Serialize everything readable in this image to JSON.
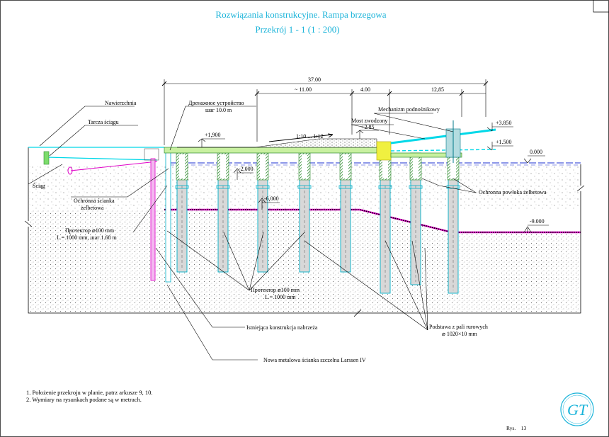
{
  "title": {
    "line1": "Rozwiązania konstrukcyjne. Rampa brzegowa",
    "line2": "Przekrój 1 - 1  (1 : 200)"
  },
  "dimensions": {
    "total": "37.00",
    "d1": "~ 11.00",
    "d2": "4.00",
    "d3": "12,85"
  },
  "elevations": {
    "e1": "+1,900",
    "e2": "+2.85",
    "e3": "+3.850",
    "e4": "+1.500",
    "e5": "0.000",
    "e6": "-2,000",
    "e7": "-6,000",
    "e8": "-9.000"
  },
  "slope": "1:10 ... 1:12",
  "labels": {
    "nawierzchnia": "Nawierzchnia",
    "tarcza": "Tarcza ściągu",
    "drainage": "Дренажное устройство",
    "drainage_step": "шаг 10.0 m",
    "mechanizm": "Mechanizm podnośnikowy",
    "most": "Most zwodzony",
    "sciag": "Ściąg",
    "ochronna_scianka_1": "Ochronna ścianka",
    "ochronna_scianka_2": "żelbetowa",
    "ochronna_powloka": "Ochronna powłoka żelbetowa",
    "protektor_left_1": "Протектор ⌀100 mm",
    "protektor_left_2": "L = 1000 mm, шаг 1.68 m",
    "protektor_mid_1": "Протектор ⌀100 mm",
    "protektor_mid_2": "L = 1000 mm",
    "istniejaca": "Istniejąca konstrukcja nabrzeża",
    "podstawa_1": "Podstawa z pali rurowych",
    "podstawa_2": "⌀ 1020×10 mm",
    "larssen": "Nowa metalowa ścianka szczelna Larssen IV"
  },
  "notes": [
    "1. Położenie przekroju w planie, patrz arkusze  9, 10.",
    "2. Wymiary na rysunkach podane są w metrach."
  ],
  "sheet_label": "Rys.",
  "sheet_number": "13",
  "logo_text": "GT",
  "colors": {
    "title": "#19b3d9",
    "cyan": "#00d8e8",
    "green": "#2e8b2e",
    "magenta": "#e000c8",
    "blue": "#1a2fd0",
    "pile_fill": "#d8d8d8",
    "deck_fill": "#c8f0a0",
    "yellow": "#f0f040"
  }
}
